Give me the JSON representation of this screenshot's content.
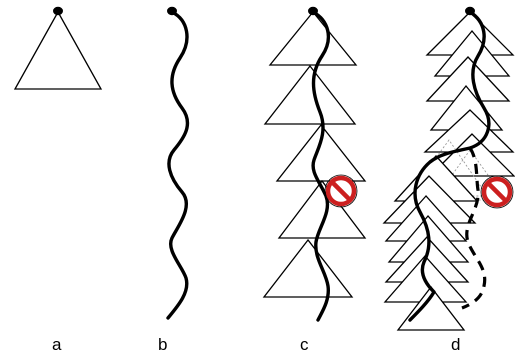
{
  "panels": [
    {
      "id": "a",
      "label": "a"
    },
    {
      "id": "b",
      "label": "b"
    },
    {
      "id": "c",
      "label": "c"
    },
    {
      "id": "d",
      "label": "d"
    }
  ],
  "colors": {
    "line": "#000000",
    "prohibition_sign": "#cc1f1f"
  },
  "icons": {
    "blocked_marker": "prohibition-sign-icon",
    "start_point": "start-dot-icon"
  }
}
